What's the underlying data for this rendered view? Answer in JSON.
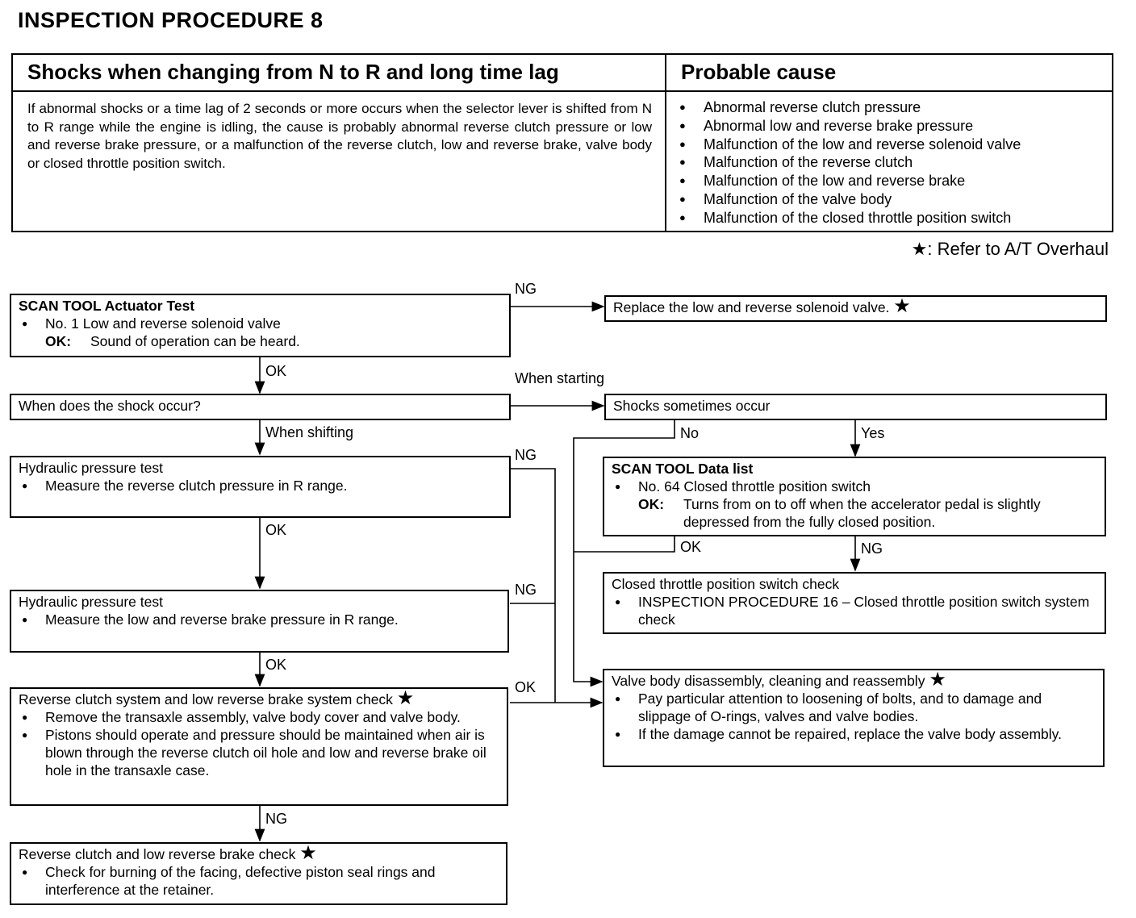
{
  "title": "INSPECTION PROCEDURE 8",
  "table": {
    "header_left": "Shocks when changing from N to R and long time lag",
    "header_right": "Probable cause",
    "description": "If abnormal shocks or a time lag of 2 seconds or more occurs when the selector lever is shifted from N to R range while the engine is idling, the cause is probably abnormal reverse clutch pressure or low and reverse brake pressure, or a malfunction of the reverse clutch, low and reverse brake, valve body or closed throttle position switch.",
    "causes": [
      "Abnormal reverse clutch pressure",
      "Abnormal low and reverse brake pressure",
      "Malfunction of the low and reverse solenoid valve",
      "Malfunction of the reverse clutch",
      "Malfunction of the low and reverse brake",
      "Malfunction of the valve body",
      "Malfunction of the closed throttle position switch"
    ]
  },
  "legend": {
    "star": "★",
    "text": ": Refer to A/T Overhaul"
  },
  "boxes": {
    "scan_actuator": {
      "title": "SCAN TOOL Actuator Test",
      "item": "No. 1 Low and reverse solenoid valve",
      "ok_label": "OK:",
      "ok_text": "Sound of operation can be heard."
    },
    "replace_solenoid": {
      "text": "Replace the low and reverse solenoid valve."
    },
    "when_shock": {
      "text": "When does the shock occur?"
    },
    "shocks_sometimes": {
      "text": "Shocks sometimes occur"
    },
    "hyd1": {
      "title": "Hydraulic pressure test",
      "item": "Measure the reverse clutch pressure in R range."
    },
    "scan_data": {
      "title": "SCAN TOOL Data list",
      "item": "No. 64 Closed throttle position switch",
      "ok_label": "OK:",
      "ok_text": "Turns from on to off when the accelerator pedal is slightly depressed from the fully closed position."
    },
    "hyd2": {
      "title": "Hydraulic pressure test",
      "item": "Measure the low and reverse brake pressure in R range."
    },
    "ctps_check": {
      "title": "Closed throttle position switch check",
      "item": "INSPECTION PROCEDURE 16 – Closed throttle position switch system check"
    },
    "valve_body": {
      "title": "Valve body disassembly, cleaning and reassembly",
      "items": [
        "Pay particular attention to loosening of bolts, and to damage and slippage of O-rings, valves and valve bodies.",
        "If the damage cannot be repaired, replace the valve body assembly."
      ]
    },
    "rev_system": {
      "title": "Reverse clutch system and low reverse brake system check",
      "items": [
        "Remove the transaxle assembly, valve body cover and valve body.",
        "Pistons should operate and pressure should be maintained when air is blown through the reverse clutch oil hole and low and reverse brake oil hole in the transaxle case."
      ]
    },
    "rev_brake": {
      "title": "Reverse clutch and low reverse brake check",
      "item": "Check for burning of the facing, defective piston seal rings and interference at the retainer."
    }
  },
  "labels": {
    "ng1": "NG",
    "ok1": "OK",
    "when_starting": "When starting",
    "when_shifting": "When shifting",
    "no": "No",
    "yes": "Yes",
    "ng2": "NG",
    "ok2": "OK",
    "ok3": "OK",
    "ng3": "NG",
    "ng4": "NG",
    "ok4": "OK",
    "ok5": "OK",
    "ng5": "NG"
  }
}
